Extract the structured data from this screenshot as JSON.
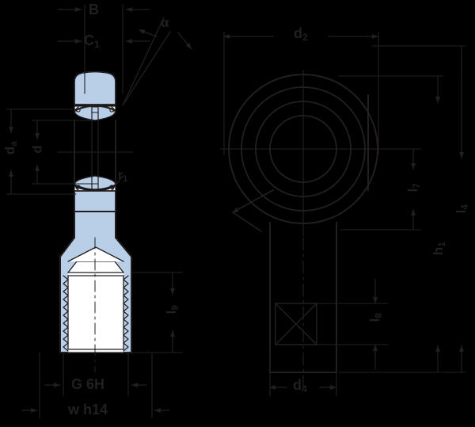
{
  "drawing": {
    "title": "Rod end bearing technical drawing",
    "type": "engineering-dimensioned-drawing",
    "background_color": "#000000",
    "line_color": "#231f20",
    "fill_metal_color": "#b9cfe8",
    "fill_white_color": "#ffffff",
    "views": [
      {
        "id": "side-section-view",
        "name": "Sectional side elevation of rod end with spherical plain bearing and threaded shank"
      },
      {
        "id": "plan-view",
        "name": "Plan view of rod end head showing bore and housing outline"
      }
    ]
  },
  "labels": {
    "b_width": "B",
    "c1_width": "C",
    "c1_sub": "1",
    "alpha_angle": "α",
    "da_outer": "d",
    "da_sub": "a",
    "d_bore": "d",
    "r1_radius": "r",
    "r1_sub": "1",
    "l9_thread_length": "l",
    "l9_sub": "9",
    "thread_designation": "G 6H",
    "shank_width": "w h14",
    "d2_head_diameter": "d",
    "d2_sub": "2",
    "l7_dim": "l",
    "l7_sub": "7",
    "h1_dim": "h",
    "h1_sub": "1",
    "l4_dim": "l",
    "l4_sub": "4",
    "l8_dim": "l",
    "l8_sub": "8",
    "d4_dim": "d",
    "d4_sub": "4"
  },
  "dimension_list": [
    "B",
    "C1",
    "α",
    "da",
    "d",
    "r1",
    "l9",
    "G 6H",
    "w h14",
    "d2",
    "l7",
    "h1",
    "l4",
    "l8",
    "d4"
  ]
}
